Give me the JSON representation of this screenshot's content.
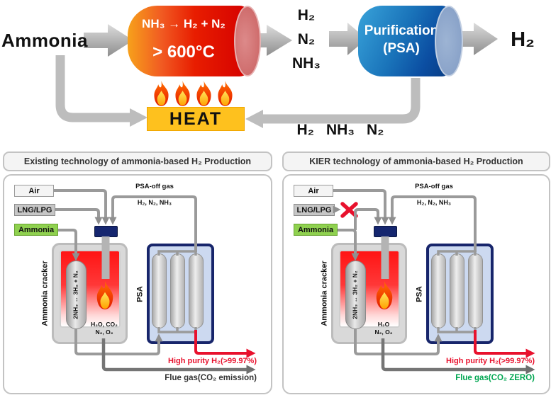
{
  "top": {
    "feed_label": "Ammonia",
    "cracker": {
      "reaction": "NH₃ → H₂ + N₂",
      "temperature": "> 600°C"
    },
    "intermediate_gases": [
      "H₂",
      "N₂",
      "NH₃"
    ],
    "purifier": {
      "line1": "Purification",
      "line2": "(PSA)"
    },
    "product_label": "H₂",
    "heat_label": "HEAT",
    "recycle_gases": [
      "H₂",
      "NH₃",
      "N₂"
    ]
  },
  "panels": {
    "existing": {
      "title": "Existing technology of ammonia-based H₂ Production",
      "air_label": "Air",
      "lng_label": "LNG/LPG",
      "ammonia_label": "Ammonia",
      "offgas_line1": "PSA-off gas",
      "offgas_line2": "H₂, N₂, NH₃",
      "cracker_label": "Ammonia cracker",
      "vessel_reaction": "2NH₃ ↔ 3H₂ + N₂",
      "combustion_line1": "H₂O, CO₂",
      "combustion_line2": "N₂, O₂",
      "psa_label": "PSA",
      "product_label": "High purity H₂(>99.97%)",
      "flue_label": "Flue gas(CO₂ emission)"
    },
    "kier": {
      "title": "KIER technology of ammonia-based H₂ Production",
      "air_label": "Air",
      "lng_label": "LNG/LPG",
      "ammonia_label": "Ammonia",
      "offgas_line1": "PSA-off gas",
      "offgas_line2": "H₂, N₂, NH₃",
      "cracker_label": "Ammonia cracker",
      "vessel_reaction": "2NH₃ ↔ 3H₂ + N₂",
      "combustion_line1": "H₂O",
      "combustion_line2": "N₂, O₂",
      "psa_label": "PSA",
      "product_label": "High purity H₂(>99.97%)",
      "flue_label": "Flue gas(CO₂ ZERO)"
    }
  },
  "colors": {
    "heat_yellow": "#fec11e",
    "reactor_orange": "#f7a11b",
    "reactor_red": "#d40000",
    "psa_blue": "#0b4ea2",
    "burner_navy": "#15266f",
    "ammonia_green": "#8fd14f",
    "product_red": "#e8112d",
    "flue_green": "#00a651",
    "pipe_gray": "#9a9a9a"
  }
}
